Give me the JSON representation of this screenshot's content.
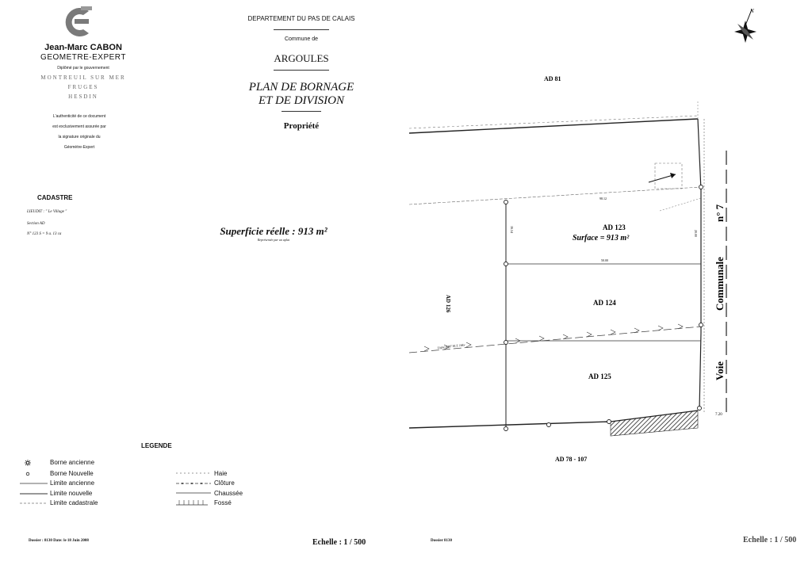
{
  "firm": {
    "name": "Jean-Marc CABON",
    "title": "GEOMETRE-EXPERT",
    "diploma": "Diplômé par le gouvernement",
    "towns": [
      "MONTREUIL SUR MER",
      "FRUGES",
      "HESDIN"
    ],
    "note": [
      "L'authenticité de ce document",
      "est exclusivement assurée par",
      "la signature originale du",
      "Géomètre-Expert"
    ]
  },
  "cadastre": {
    "title": "CADASTRE",
    "lieudit": "LIEUDIT : \" Le Village \"",
    "section": "Section AD",
    "parcel": "N° 123    S =    9 a. 13 ca"
  },
  "header": {
    "department": "DEPARTEMENT DU PAS DE CALAIS",
    "commune_label": "Commune de",
    "commune": "ARGOULES",
    "plan_line1": "PLAN DE BORNAGE",
    "plan_line2": "ET DE DIVISION",
    "property": "Propriété"
  },
  "surface": {
    "title": "Superficie réelle : 913 m²",
    "note": "Représentée par un aplat"
  },
  "plan": {
    "ad81": "AD 81",
    "ad123": "AD 123",
    "ad123_surface": "Surface = 913 m²",
    "ad124": "AD 124",
    "ad125": "AD 125",
    "ad126": "AD 126",
    "ad78": "AD 78 - 107",
    "road_no": "n° 7",
    "road_communale": "Communale",
    "road_voie": "Voie",
    "dim_top": "98.12",
    "dim_mid": "50.00",
    "dim_left": "16.54",
    "dim_right": "20.00",
    "dim_bottom_right": "7.20",
    "edf_label": "Ligne EDF   M.T.   16kv",
    "north": "N"
  },
  "legend": {
    "title": "LEGENDE",
    "left": [
      "Borne ancienne",
      "Borne Nouvelle",
      "Limite ancienne",
      "Limite nouvelle",
      "Limite cadastrale"
    ],
    "right": [
      "Haie",
      "Clôture",
      "Chaussée",
      "Fossé"
    ]
  },
  "footer": {
    "dossier_date": "Dossier : 8130     Date: le 18 Juin 2008",
    "scale_left": "Echelle :  1 / 500",
    "dossier_right": "Dossier 8130",
    "scale_right": "Echelle :  1 / 500"
  }
}
